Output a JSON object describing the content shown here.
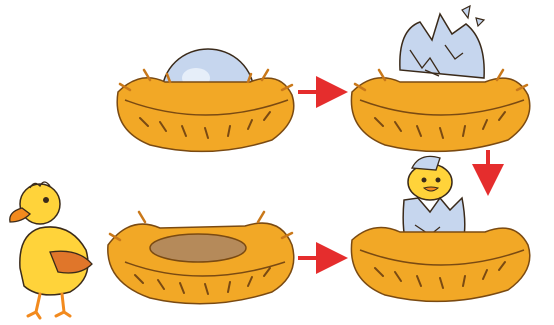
{
  "figure": {
    "description_items": [
      {
        "name": "nest-with-egg"
      },
      {
        "name": "nest-with-cracked-egg"
      },
      {
        "name": "chick-hatching"
      },
      {
        "name": "empty-nest"
      },
      {
        "name": "duckling"
      }
    ]
  },
  "colors": {
    "straw": "#F2A826",
    "straw_dark": "#C9781A",
    "straw_line": "#7A4A12",
    "egg": "#C6D6EE",
    "egg_shadow": "#9FB6DA",
    "arrow": "#E52D2D",
    "duck_body": "#FFD33A",
    "duck_wing": "#E0762A",
    "duck_beak": "#F28A1E",
    "outline": "#3A2A1A"
  }
}
